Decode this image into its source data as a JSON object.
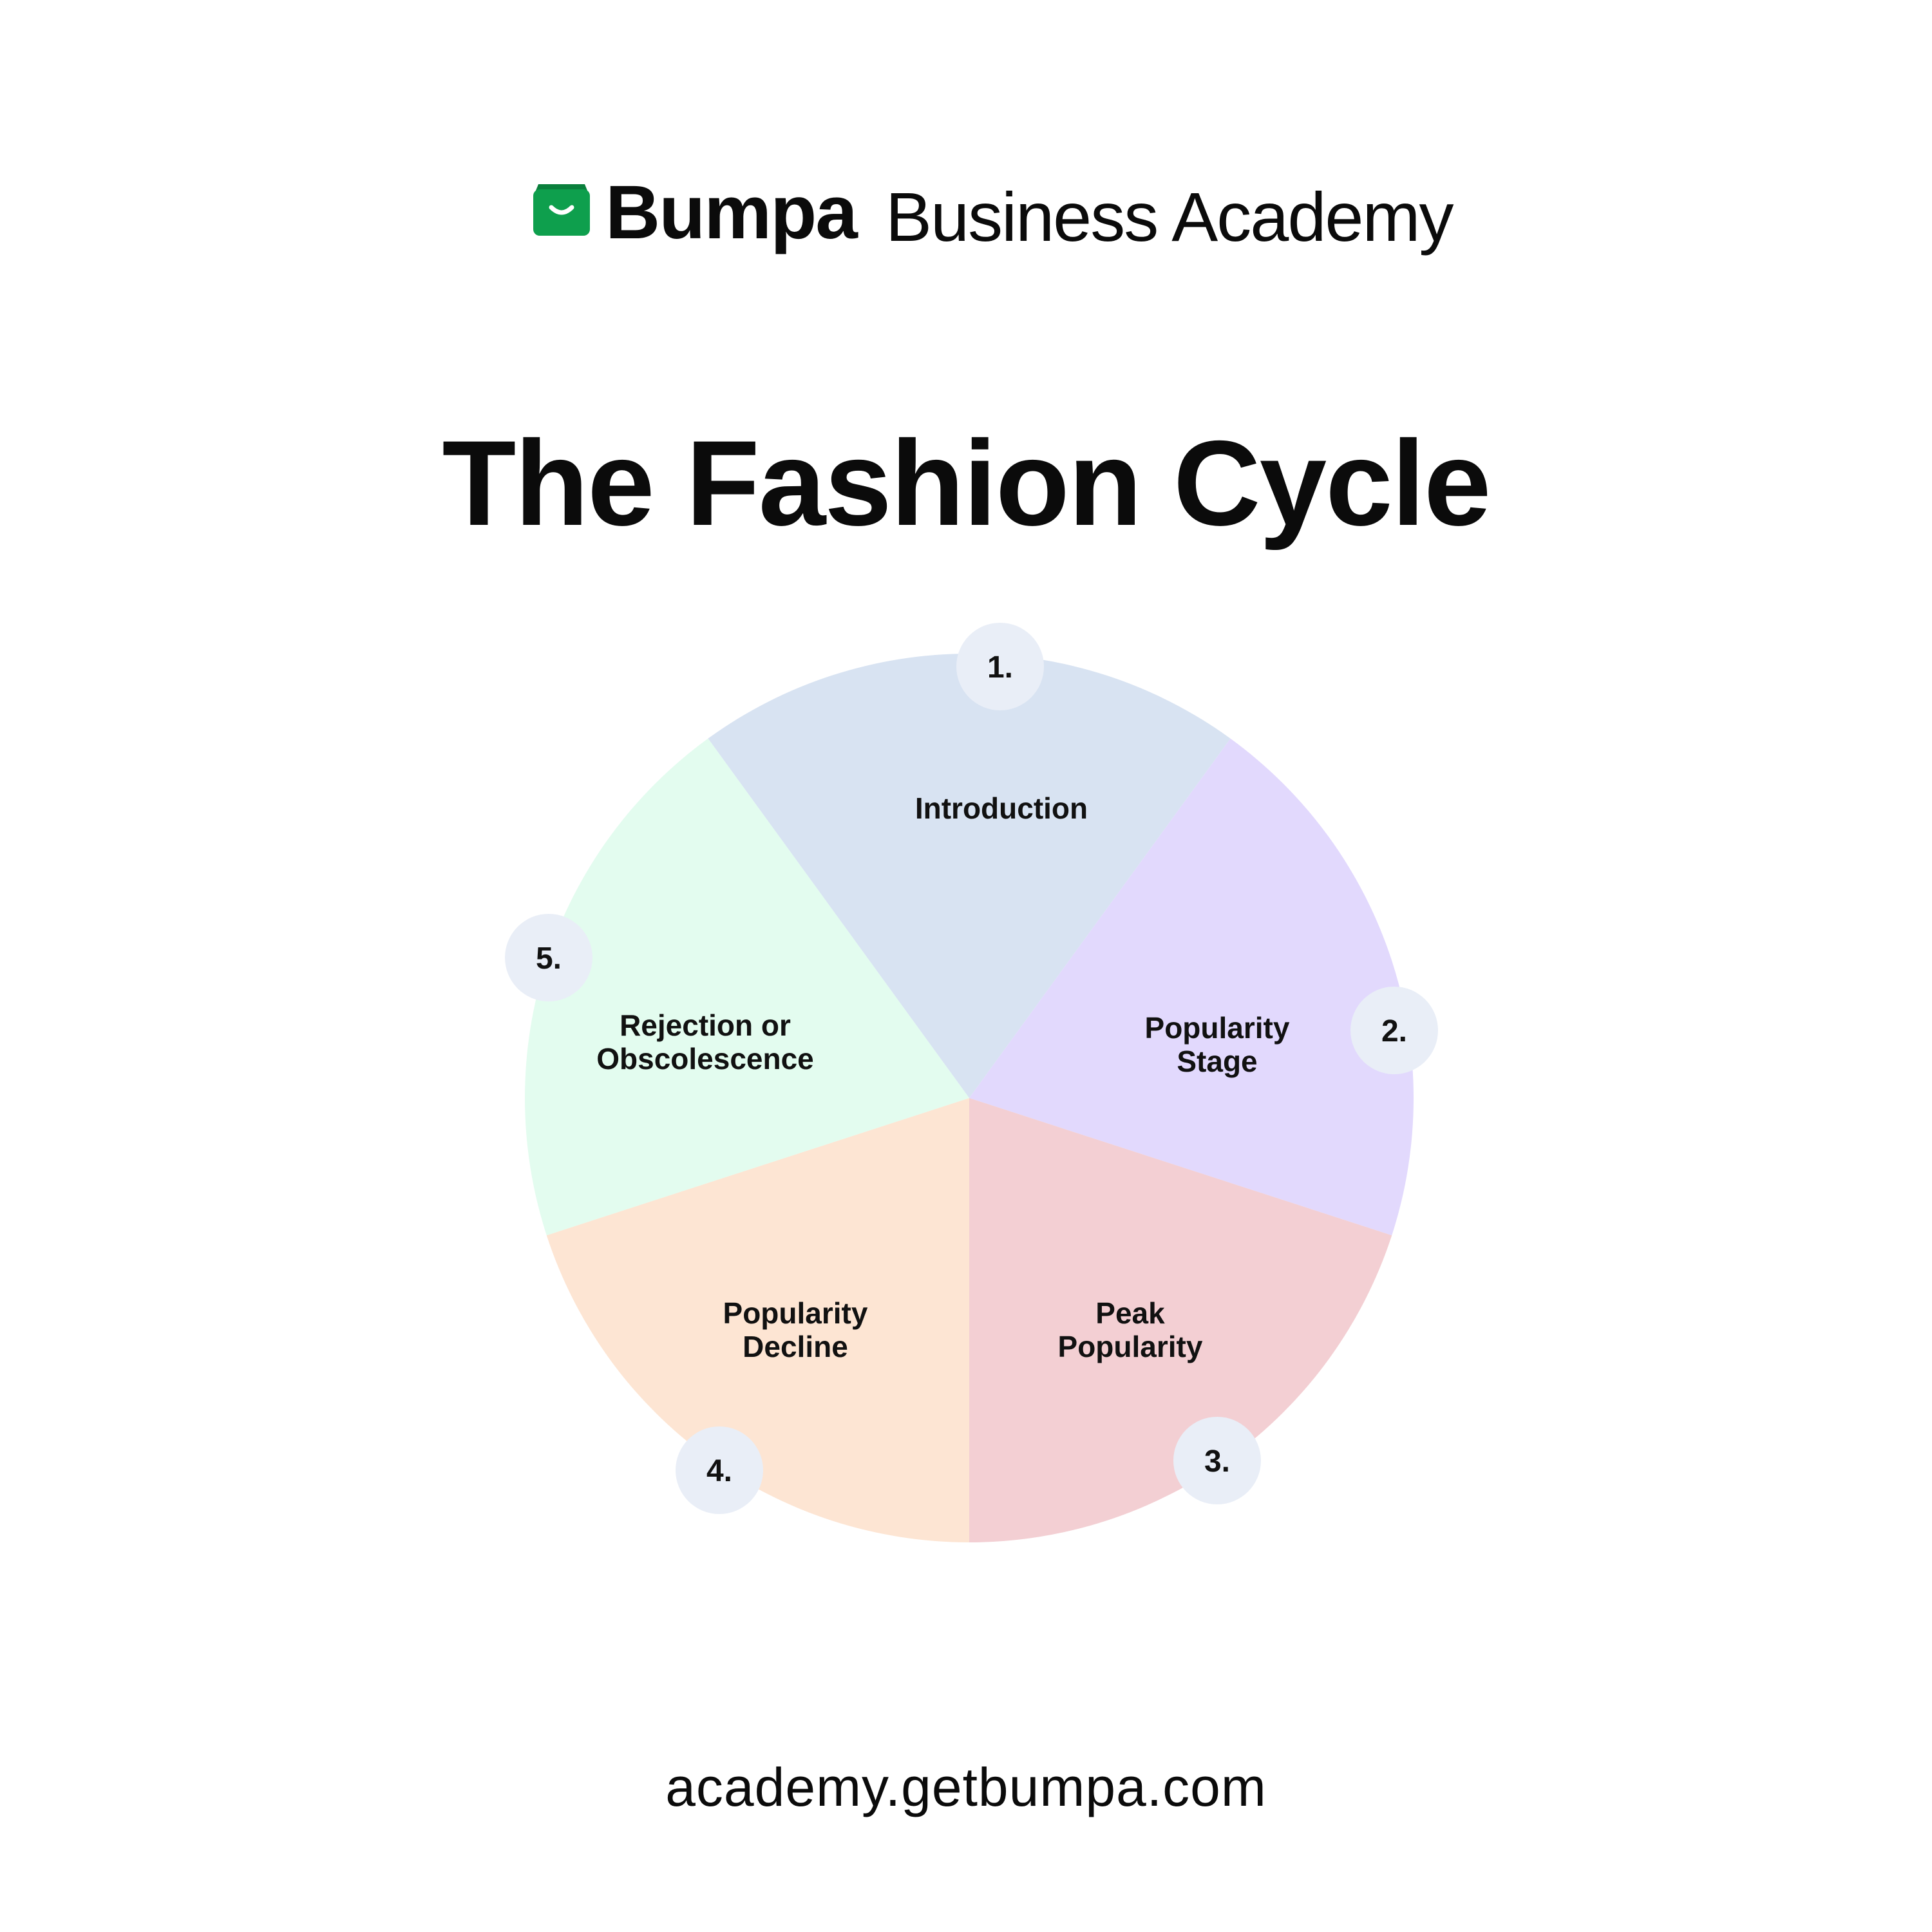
{
  "header": {
    "brand_name": "Bumpa",
    "brand_sub": "Business Academy",
    "logo_icon": "shopping-bag-smile-icon",
    "logo_color": "#0e9f4d"
  },
  "title": "The Fashion Cycle",
  "stages": [
    {
      "number": "1.",
      "lines": [
        "Introduction"
      ],
      "color": "#d8e3f2"
    },
    {
      "number": "2.",
      "lines": [
        "Popularity",
        "Stage"
      ],
      "color": "#e2d9fd"
    },
    {
      "number": "3.",
      "lines": [
        "Peak",
        "Popularity"
      ],
      "color": "#f3cfd3"
    },
    {
      "number": "4.",
      "lines": [
        "Popularity",
        "Decline"
      ],
      "color": "#fde5d3"
    },
    {
      "number": "5.",
      "lines": [
        "Rejection or",
        "Obscolescence"
      ],
      "color": "#e3fcef"
    }
  ],
  "badge_color": "#e9eef7",
  "footer": {
    "url": "academy.getbumpa.com"
  }
}
